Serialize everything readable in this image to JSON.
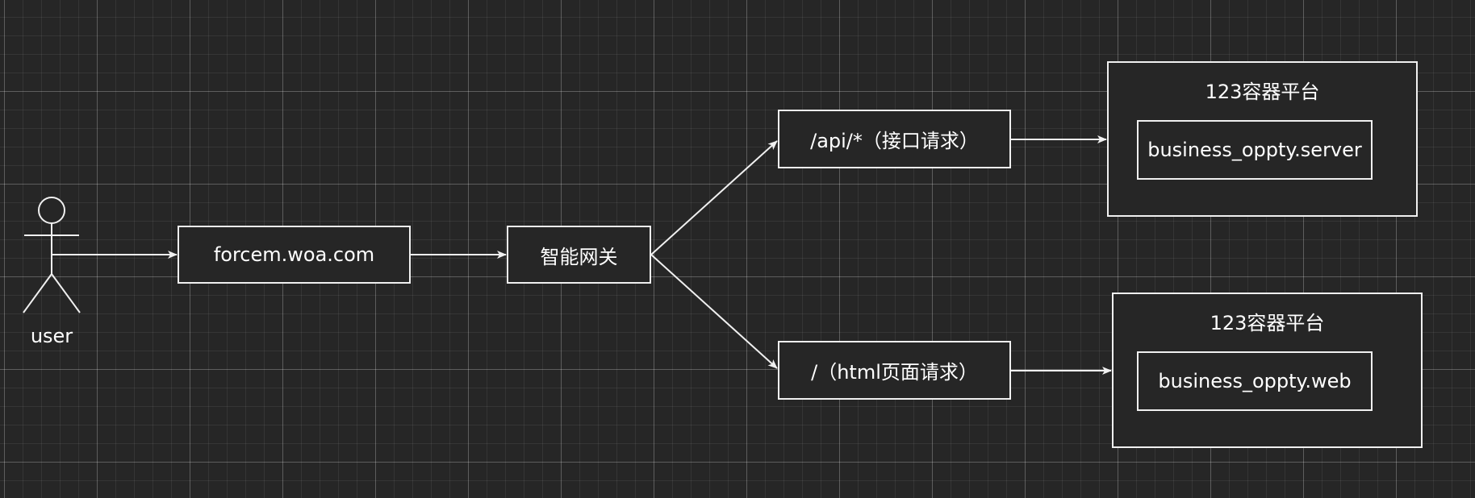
{
  "diagram": {
    "actor": {
      "label": "user"
    },
    "nodes": {
      "domain": {
        "label": "forcem.woa.com"
      },
      "gateway": {
        "label": "智能网关"
      },
      "api_route": {
        "label": "/api/*（接口请求）"
      },
      "html_route": {
        "label": "/（html页面请求）"
      }
    },
    "containers": {
      "server_platform": {
        "title": "123容器平台",
        "service": "business_oppty.server"
      },
      "web_platform": {
        "title": "123容器平台",
        "service": "business_oppty.web"
      }
    },
    "edges": [
      {
        "from": "user",
        "to": "domain"
      },
      {
        "from": "domain",
        "to": "gateway"
      },
      {
        "from": "gateway",
        "to": "api_route"
      },
      {
        "from": "gateway",
        "to": "html_route"
      },
      {
        "from": "api_route",
        "to": "server_platform"
      },
      {
        "from": "html_route",
        "to": "web_platform"
      }
    ],
    "colors": {
      "background": "#262626",
      "stroke": "#f0f0f0",
      "text": "#ffffff"
    }
  }
}
